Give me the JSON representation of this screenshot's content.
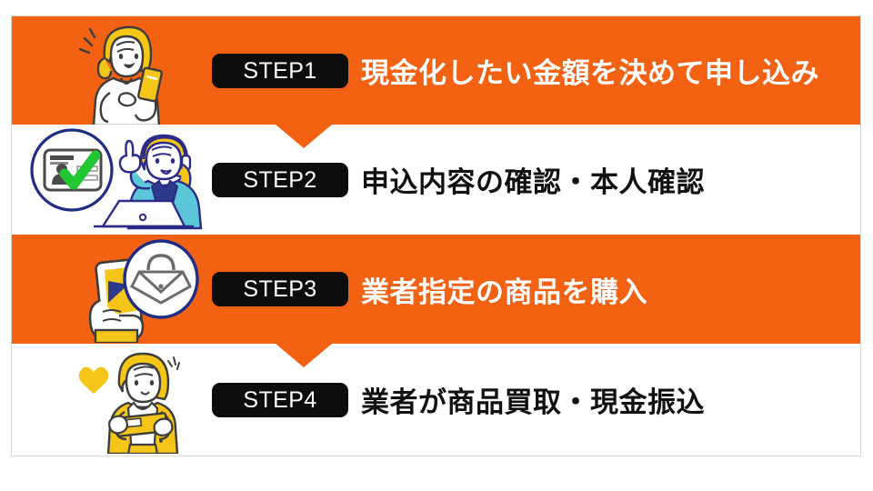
{
  "page": {
    "title": "現金化の流れ STEP1〜STEP4",
    "background_color": "#ffffff",
    "frame_border_color": "#d8d8d8"
  },
  "colors": {
    "orange": "#f26212",
    "badge_black": "#0d0d0d",
    "badge_text": "#ffffff",
    "title_on_orange": "#ffffff",
    "title_on_white": "#111111",
    "navy": "#1f2d86",
    "yellow": "#f5c518",
    "green_check": "#22c532",
    "teal": "#5bc6d8"
  },
  "steps": [
    {
      "badge": "STEP1",
      "title": "現金化したい金額を決めて申し込み",
      "band_style": "orange",
      "illustration": "woman-with-smartphone-illustration"
    },
    {
      "badge": "STEP2",
      "title": "申込内容の確認・本人確認",
      "band_style": "white",
      "illustration": "id-verification-operator-illustration"
    },
    {
      "badge": "STEP3",
      "title": "業者指定の商品を購入",
      "band_style": "orange",
      "illustration": "hand-phone-handbag-illustration"
    },
    {
      "badge": "STEP4",
      "title": "業者が商品買取・現金振込",
      "band_style": "white",
      "illustration": "woman-receiving-cash-illustration"
    }
  ],
  "connectors": [
    {
      "name": "chevron-step1-to-step2"
    },
    {
      "name": "chevron-step2-to-step3"
    },
    {
      "name": "chevron-step3-to-step4"
    }
  ]
}
